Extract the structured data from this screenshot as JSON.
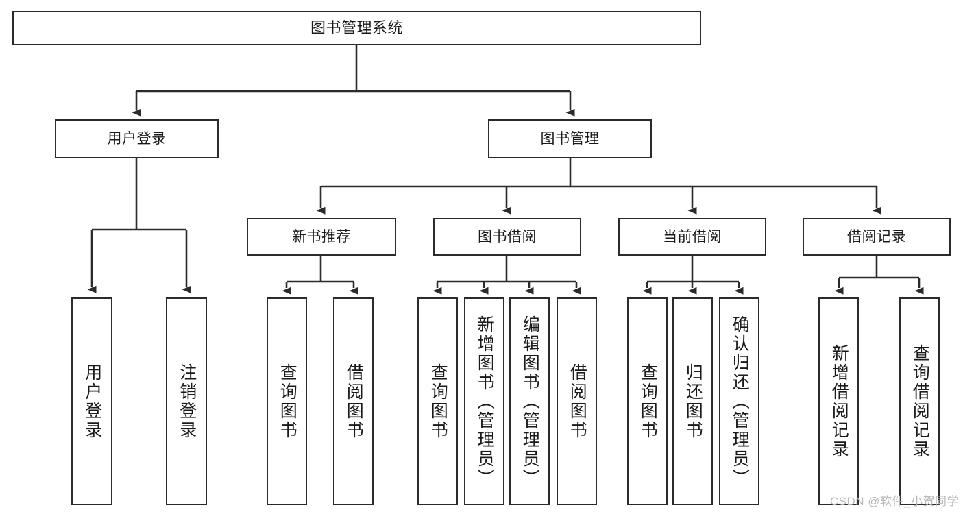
{
  "diagram": {
    "type": "tree",
    "title": "图书管理系统",
    "orientation": "top-down",
    "colors": {
      "stroke": "#2b2b2b",
      "fill": "#ffffff",
      "text": "#1a1a1a",
      "watermark": "#b9b9b9"
    },
    "levels": {
      "root": {
        "label": "图书管理系统"
      },
      "level2": [
        {
          "label": "用户登录"
        },
        {
          "label": "图书管理"
        }
      ],
      "level3": [
        {
          "label": "新书推荐"
        },
        {
          "label": "图书借阅"
        },
        {
          "label": "当前借阅"
        },
        {
          "label": "借阅记录"
        }
      ],
      "leaves": {
        "user_login": [
          {
            "label": "用户登录"
          },
          {
            "label": "注销登录"
          }
        ],
        "new_book_recommend": [
          {
            "label": "查询图书"
          },
          {
            "label": "借阅图书"
          }
        ],
        "book_borrow": [
          {
            "label": "查询图书"
          },
          {
            "label": "新增图书（管理员）"
          },
          {
            "label": "编辑图书（管理员）"
          },
          {
            "label": "借阅图书"
          }
        ],
        "current_borrow": [
          {
            "label": "查询图书"
          },
          {
            "label": "归还图书"
          },
          {
            "label": "确认归还（管理员）"
          }
        ],
        "borrow_record": [
          {
            "label": "新增借阅记录"
          },
          {
            "label": "查询借阅记录"
          }
        ]
      }
    }
  },
  "watermark": {
    "text": "CSDN @软件_小贺同学"
  }
}
